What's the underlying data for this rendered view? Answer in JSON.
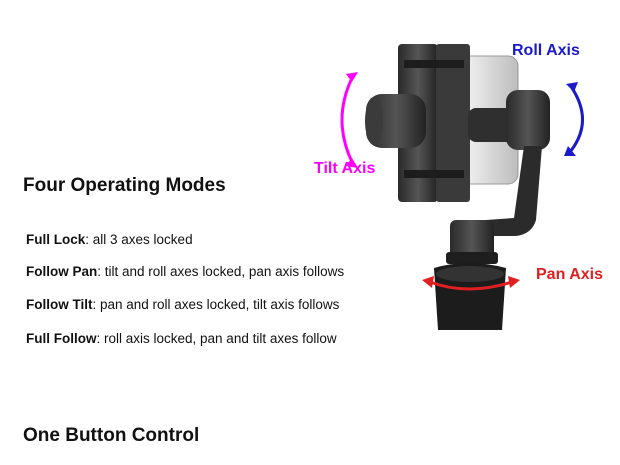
{
  "headings": {
    "modes": "Four Operating Modes",
    "control": "One Button Control"
  },
  "modes": [
    {
      "name": "Full Lock",
      "desc": ": all 3 axes locked"
    },
    {
      "name": "Follow Pan",
      "desc": ": tilt and roll axes locked, pan axis follows"
    },
    {
      "name": "Follow Tilt",
      "desc": ": pan and roll axes locked, tilt axis follows"
    },
    {
      "name": "Full Follow",
      "desc": ": roll axis locked, pan and tilt axes follow"
    }
  ],
  "axes": {
    "roll": {
      "label": "Roll Axis",
      "color": "#1a1acc"
    },
    "tilt": {
      "label": "Tilt Axis",
      "color": "#ff00ff"
    },
    "pan": {
      "label": "Pan Axis",
      "color": "#e02020"
    }
  }
}
